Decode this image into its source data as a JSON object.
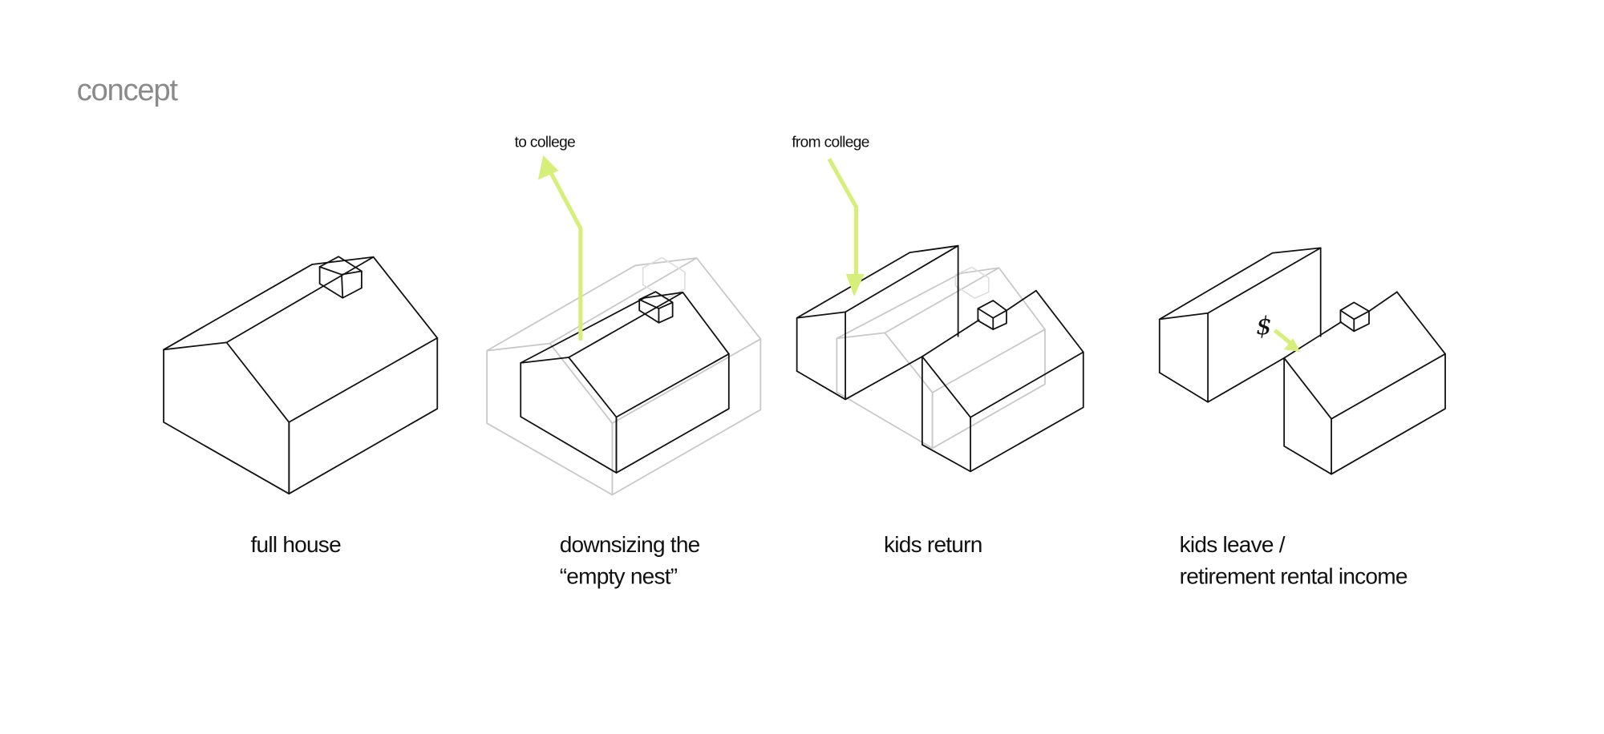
{
  "title": "concept",
  "panels": [
    {
      "label_lines": [
        "full house"
      ]
    },
    {
      "label_lines": [
        "downsizing the",
        "“empty nest”"
      ],
      "arrow_label": "to college"
    },
    {
      "label_lines": [
        "kids return"
      ],
      "arrow_label": "from college"
    },
    {
      "label_lines": [
        "kids leave /",
        "retirement rental income"
      ],
      "symbol": "$"
    }
  ],
  "colors": {
    "arrow": "#d6ef7b",
    "ghost": "#c8c8c8",
    "title": "#8a8a8a"
  }
}
